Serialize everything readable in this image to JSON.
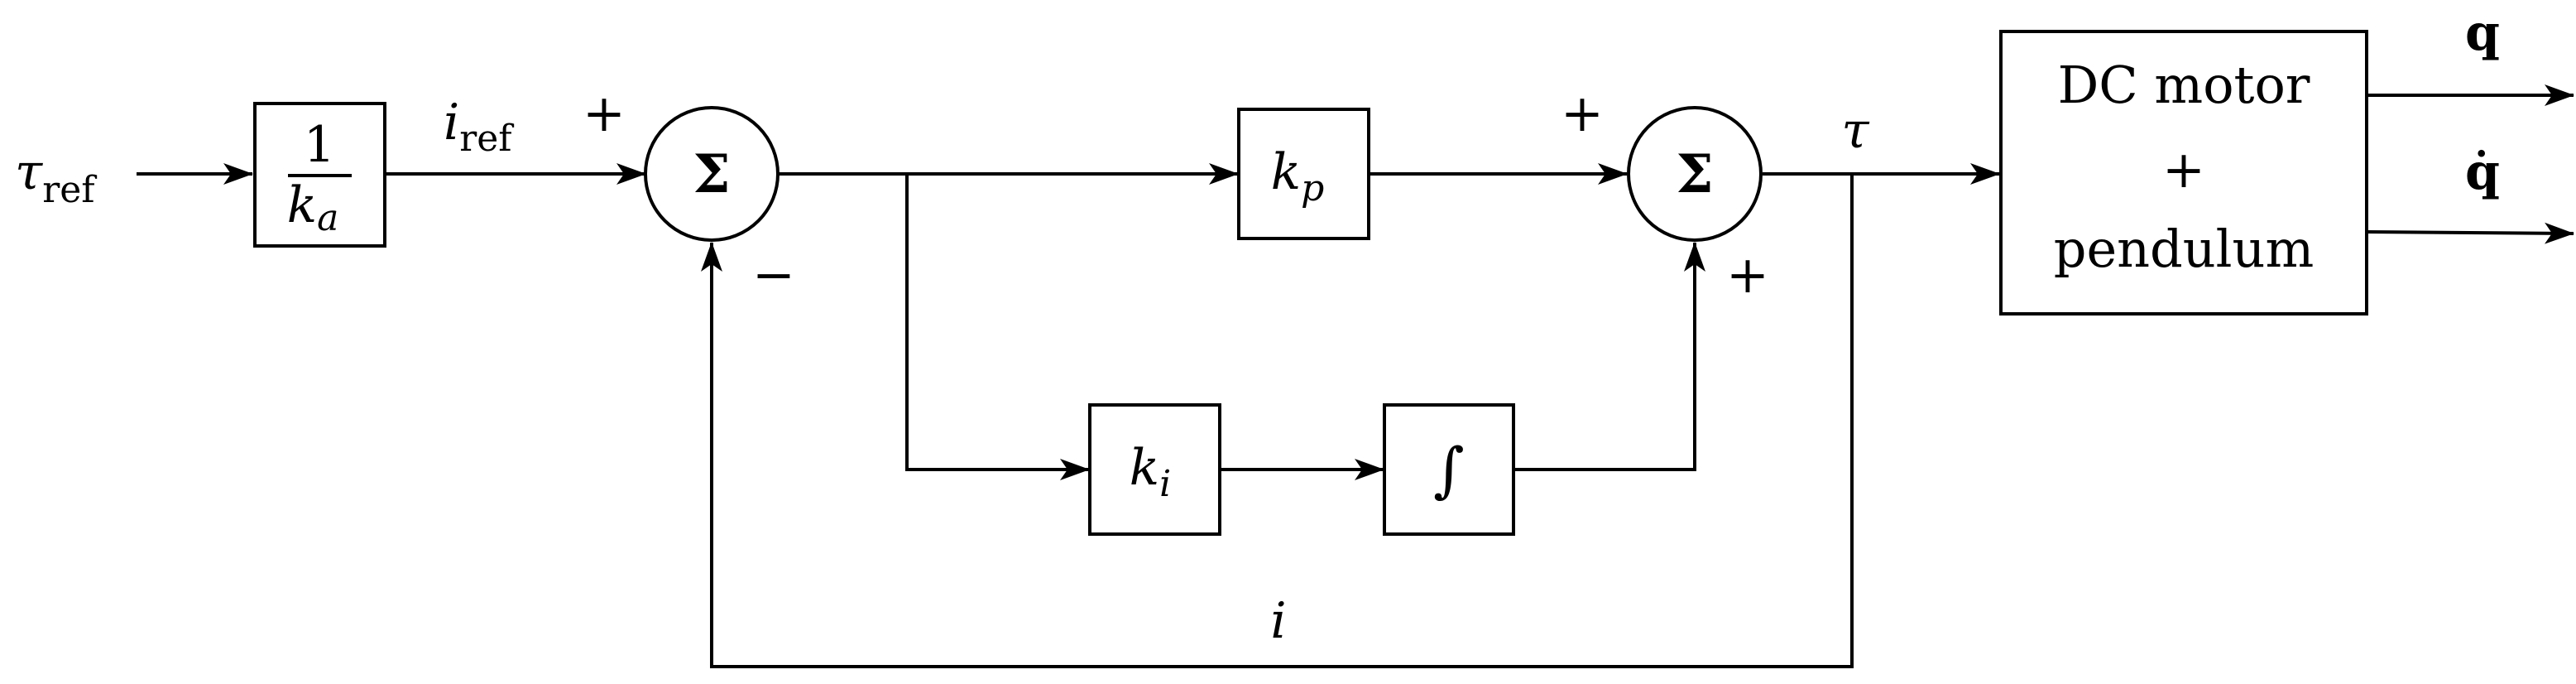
{
  "input": {
    "symbol": "τ",
    "subscript": "ref"
  },
  "gain_block": {
    "numerator": "1",
    "denominator_symbol": "k",
    "denominator_subscript": "a"
  },
  "reference_current": {
    "symbol": "i",
    "subscript": "ref"
  },
  "sum_junction_1": {
    "symbol": "Σ",
    "plus_sign": "+",
    "minus_sign": "−"
  },
  "proportional_block": {
    "symbol": "k",
    "subscript": "p"
  },
  "integral_gain_block": {
    "symbol": "k",
    "subscript": "i"
  },
  "integrator_block": {
    "symbol": "∫"
  },
  "sum_junction_2": {
    "symbol": "Σ",
    "plus_top": "+",
    "plus_bottom": "+"
  },
  "torque_signal": {
    "symbol": "τ"
  },
  "plant_block": {
    "line1": "DC motor",
    "line2": "+",
    "line3": "pendulum"
  },
  "output_q": {
    "symbol": "q"
  },
  "output_qdot": {
    "symbol": "q̇"
  },
  "feedback_signal": {
    "symbol": "i"
  }
}
